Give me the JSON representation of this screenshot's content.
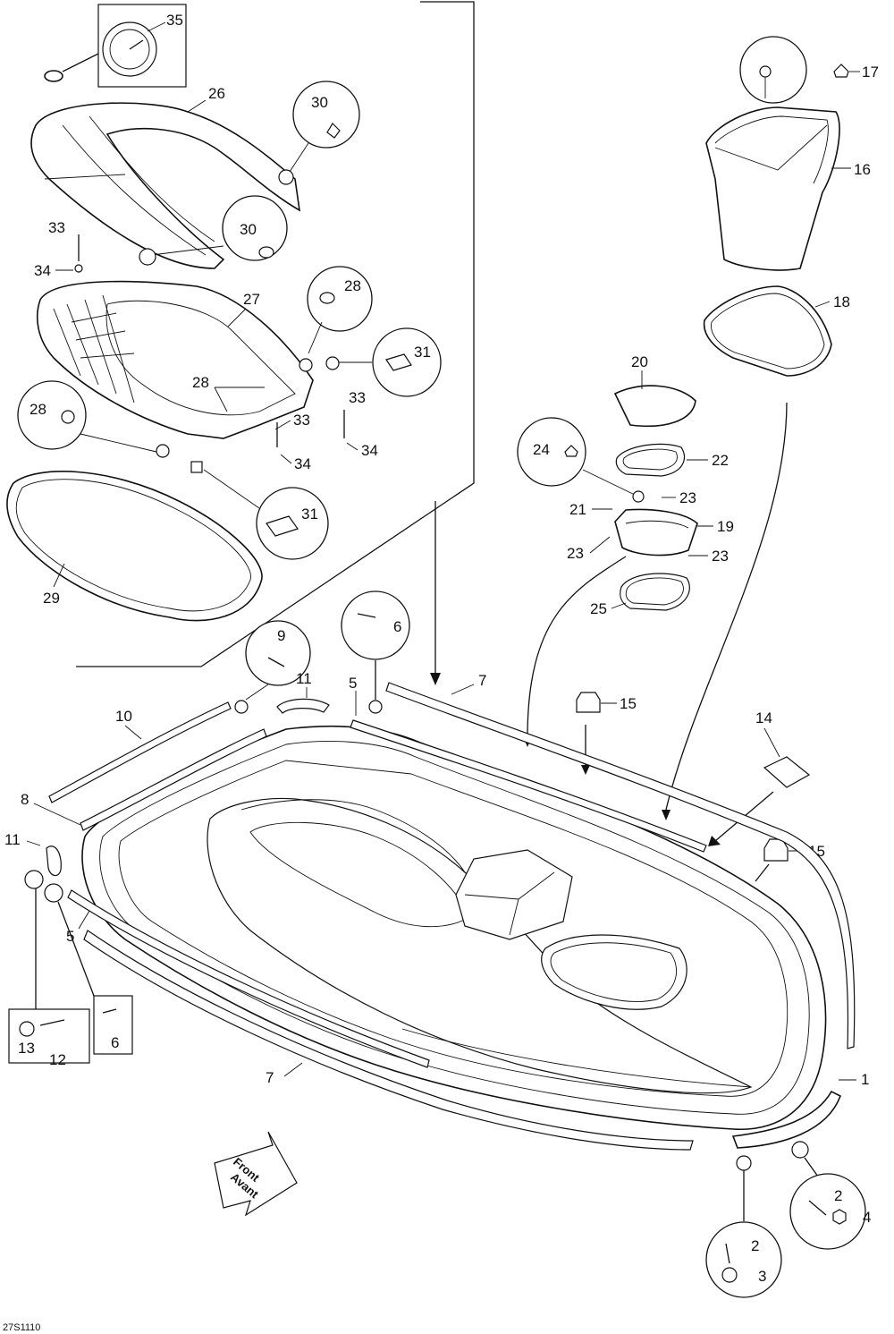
{
  "diagram_code": "27S1110",
  "front_arrow": {
    "line1": "Front",
    "line2": "Avant"
  },
  "callouts": {
    "c1": "1",
    "c2a": "2",
    "c2b": "2",
    "c3": "3",
    "c4": "4",
    "c5a": "5",
    "c5b": "5",
    "c6a": "6",
    "c6b": "6",
    "c7a": "7",
    "c7b": "7",
    "c8": "8",
    "c9": "9",
    "c10": "10",
    "c11a": "11",
    "c11b": "11",
    "c12": "12",
    "c13": "13",
    "c14": "14",
    "c15a": "15",
    "c15b": "15",
    "c16": "16",
    "c17": "17",
    "c18": "18",
    "c19": "19",
    "c20": "20",
    "c21": "21",
    "c22": "22",
    "c23a": "23",
    "c23b": "23",
    "c23c": "23",
    "c24": "24",
    "c25": "25",
    "c26": "26",
    "c27": "27",
    "c28a": "28",
    "c28b": "28",
    "c28c": "28",
    "c29": "29",
    "c30a": "30",
    "c30b": "30",
    "c31a": "31",
    "c31b": "31",
    "c33a": "33",
    "c33b": "33",
    "c33c": "33",
    "c34a": "34",
    "c34b": "34",
    "c34c": "34",
    "c35": "35"
  }
}
